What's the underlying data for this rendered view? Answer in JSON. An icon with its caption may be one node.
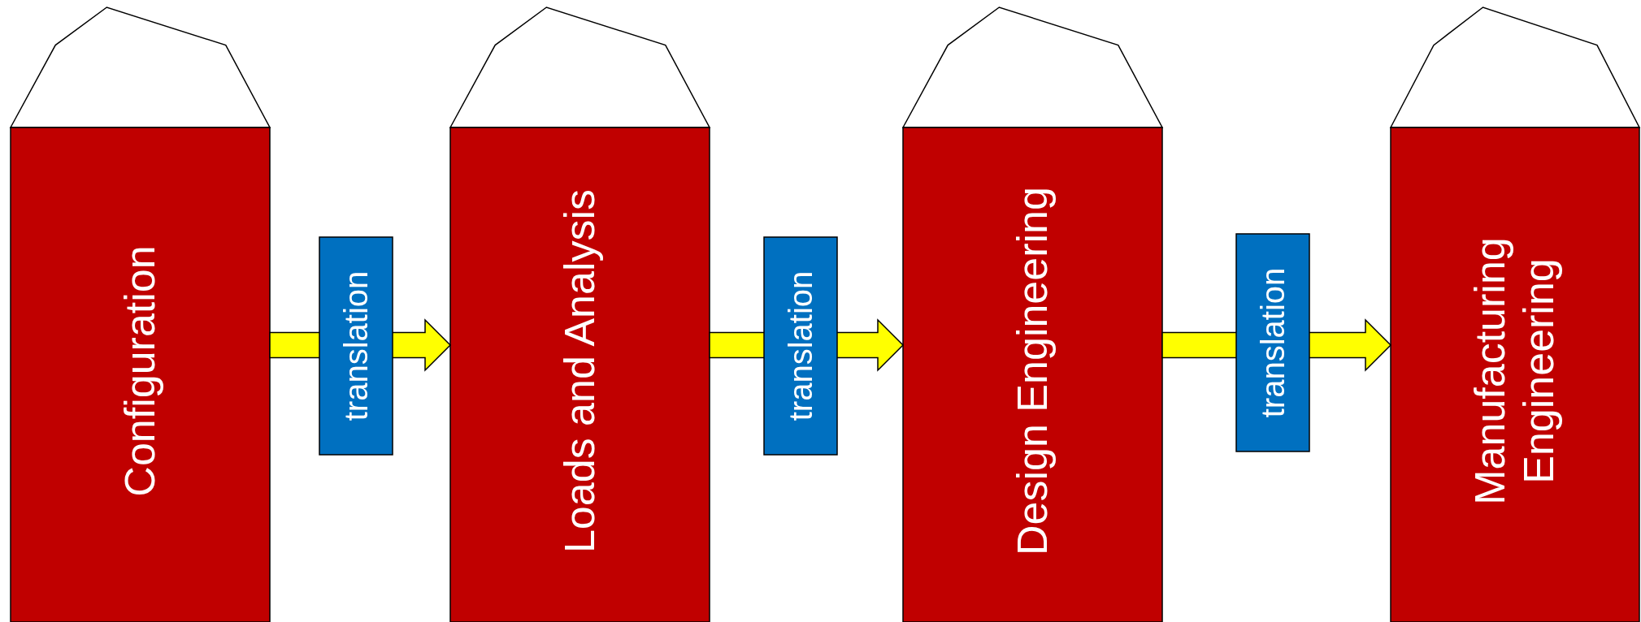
{
  "diagram": {
    "nodes": [
      {
        "text": [
          "Configuration"
        ]
      },
      {
        "text": [
          "translation"
        ]
      },
      {
        "text": [
          "Loads and Analysis"
        ]
      },
      {
        "text": [
          "translation"
        ]
      },
      {
        "text": [
          "Design Engineering"
        ]
      },
      {
        "text": [
          "translation"
        ]
      },
      {
        "text": [
          "Manufacturing Engineering"
        ]
      }
    ],
    "edges": [
      {
        "from": 0,
        "to": 2,
        "arrow": "to",
        "style": "thick",
        "color": "#ffff00"
      },
      {
        "from": 2,
        "to": 4,
        "arrow": "to",
        "style": "thick",
        "color": "#ffff00"
      },
      {
        "from": 4,
        "to": 6,
        "arrow": "to",
        "style": "thick",
        "color": "#ffff00"
      }
    ]
  }
}
